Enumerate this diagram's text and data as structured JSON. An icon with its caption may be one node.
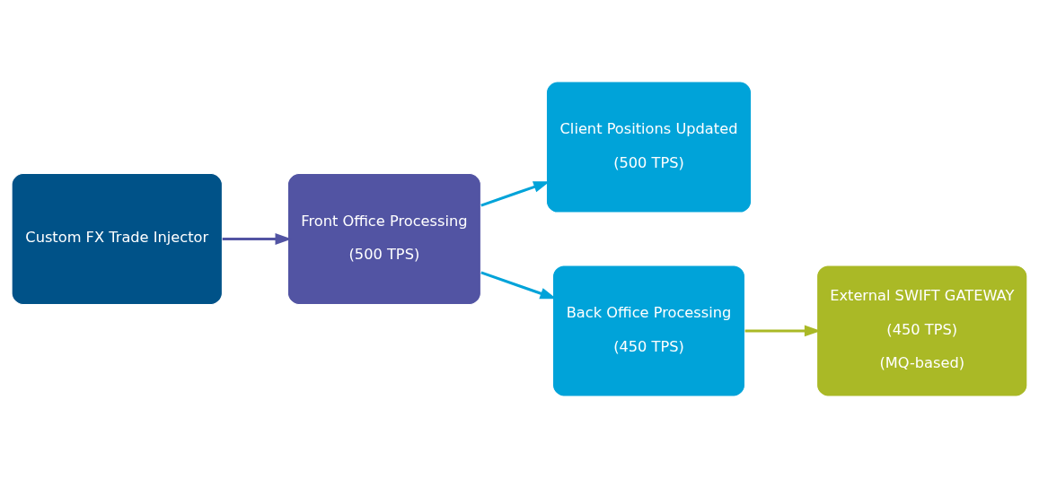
{
  "diagram": {
    "nodes": [
      {
        "text": [
          "Custom FX Trade Injector"
        ]
      },
      {
        "text": [
          "Front Office Processing",
          "(500 TPS)"
        ]
      },
      {
        "text": [
          "Client Positions Updated",
          "(500 TPS)"
        ]
      },
      {
        "text": [
          "Back Office Processing",
          "(450 TPS)"
        ]
      },
      {
        "text": [
          "External SWIFT GATEWAY",
          "(450 TPS)",
          "(MQ-based)"
        ]
      }
    ],
    "edges": [
      {
        "from": 0,
        "to": 1,
        "arrow": "to",
        "color": "#5254a3"
      },
      {
        "from": 1,
        "to": 2,
        "arrow": "to"
      },
      {
        "from": 1,
        "to": 3,
        "arrow": "to"
      },
      {
        "from": 3,
        "to": 4,
        "arrow": "to",
        "color": "#aab926"
      }
    ]
  }
}
